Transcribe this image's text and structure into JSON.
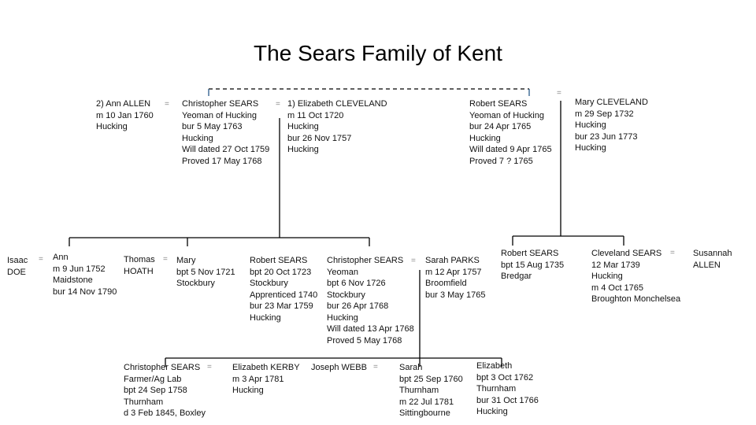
{
  "title": "The Sears Family of Kent",
  "marriage_symbol": "=",
  "people": {
    "ann_allen": [
      "2) Ann ALLEN",
      "m 10 Jan 1760",
      "Hucking"
    ],
    "christopher_sears_sr": [
      "Christopher SEARS",
      "Yeoman of Hucking",
      "bur 5 May 1763",
      "Hucking",
      "Will dated 27 Oct 1759",
      "Proved 17 May 1768"
    ],
    "elizabeth_cleveland": [
      "1) Elizabeth CLEVELAND",
      "m 11 Oct 1720",
      "Hucking",
      "bur 26 Nov 1757",
      "Hucking"
    ],
    "robert_sears_sr": [
      "Robert SEARS",
      "Yeoman of Hucking",
      "bur 24 Apr 1765",
      "Hucking",
      "Will dated 9 Apr 1765",
      "Proved 7 ? 1765"
    ],
    "mary_cleveland": [
      "Mary CLEVELAND",
      "m 29 Sep 1732",
      "Hucking",
      "bur 23 Jun 1773",
      "Hucking"
    ],
    "isaac_doe": [
      "Isaac",
      "DOE"
    ],
    "ann": [
      "Ann",
      "m 9 Jun 1752",
      "Maidstone",
      "bur 14 Nov 1790"
    ],
    "thomas_hoath": [
      "Thomas",
      "HOATH"
    ],
    "mary": [
      "Mary",
      "bpt 5 Nov 1721",
      "Stockbury"
    ],
    "robert_sears_1723": [
      "Robert SEARS",
      "bpt 20 Oct 1723",
      "Stockbury",
      "Apprenticed 1740",
      "bur 23 Mar 1759",
      "Hucking"
    ],
    "christopher_sears_1726": [
      "Christopher SEARS",
      "Yeoman",
      "bpt 6 Nov 1726",
      "Stockbury",
      "bur 26 Apr 1768",
      "Hucking",
      "Will dated 13 Apr 1768",
      "Proved 5 May 1768"
    ],
    "sarah_parks": [
      "Sarah PARKS",
      "m 12 Apr 1757",
      "Broomfield",
      "bur 3 May 1765"
    ],
    "robert_sears_1735": [
      "Robert SEARS",
      "bpt 15 Aug 1735",
      "Bredgar"
    ],
    "cleveland_sears": [
      "Cleveland SEARS",
      "12 Mar 1739",
      "Hucking",
      "m 4 Oct 1765",
      "Broughton Monchelsea"
    ],
    "susannah_allen": [
      "Susannah",
      "ALLEN"
    ],
    "christopher_sears_1758": [
      "Christopher SEARS",
      "Farmer/Ag Lab",
      "bpt 24 Sep 1758",
      "Thurnham",
      "d 3 Feb 1845, Boxley"
    ],
    "elizabeth_kerby": [
      "Elizabeth KERBY",
      "m 3 Apr 1781",
      "Hucking"
    ],
    "joseph_webb": [
      "Joseph WEBB"
    ],
    "sarah": [
      "Sarah",
      "bpt 25 Sep 1760",
      "Thurnham",
      "m 22 Jul 1781",
      "Sittingbourne"
    ],
    "elizabeth": [
      "Elizabeth",
      "bpt 3 Oct 1762",
      "Thurnham",
      "bur 31 Oct 1766",
      "Hucking"
    ]
  }
}
